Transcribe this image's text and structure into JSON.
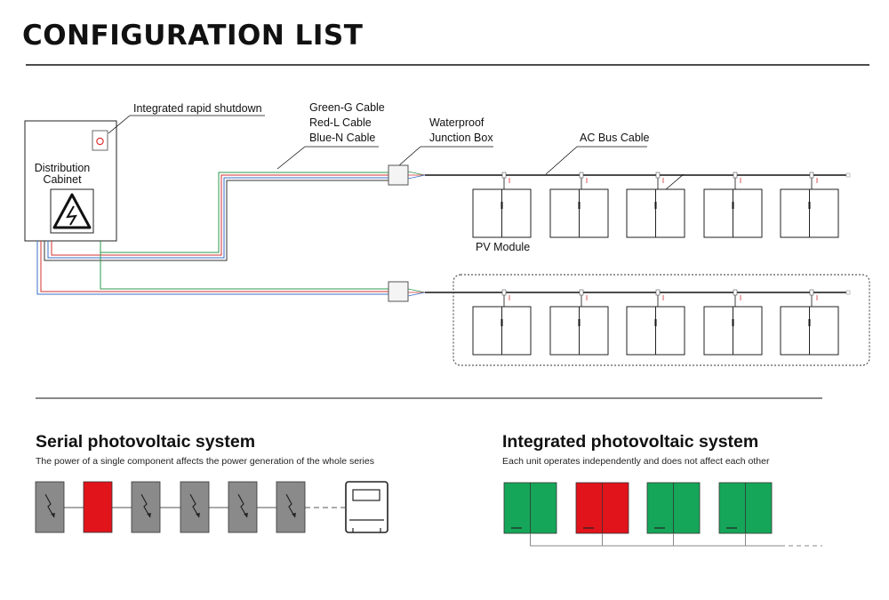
{
  "header": {
    "title": "CONFIGURATION LIST"
  },
  "diagram": {
    "distribution_cabinet_label": "Distribution\nCabinet",
    "rapid_shutdown_label": "Integrated rapid shutdown",
    "cable_labels": [
      "Green-G Cable",
      "Red-L Cable",
      "Blue-N Cable"
    ],
    "junction_box_label": [
      "Waterproof",
      "Junction Box"
    ],
    "ac_bus_label": "AC Bus Cable",
    "pv_module_label": "PV Module",
    "colors": {
      "green_cable": "#2e9a4e",
      "red_cable": "#d33030",
      "blue_cable": "#3a6fc8",
      "line": "#1a1a1a"
    }
  },
  "serial": {
    "title": "Serial photovoltaic system",
    "subtitle": "The power of a single component affects the power generation of the whole series",
    "modules": [
      "normal",
      "fault",
      "normal",
      "normal",
      "normal",
      "normal"
    ],
    "colors": {
      "normal": "#8a8a8a",
      "fault": "#e1141b"
    }
  },
  "integrated": {
    "title": "Integrated photovoltaic system",
    "subtitle": "Each unit operates independently and does not affect each other",
    "modules": [
      "normal",
      "fault",
      "normal",
      "normal"
    ],
    "colors": {
      "normal": "#16a659",
      "fault": "#e1141b"
    }
  }
}
